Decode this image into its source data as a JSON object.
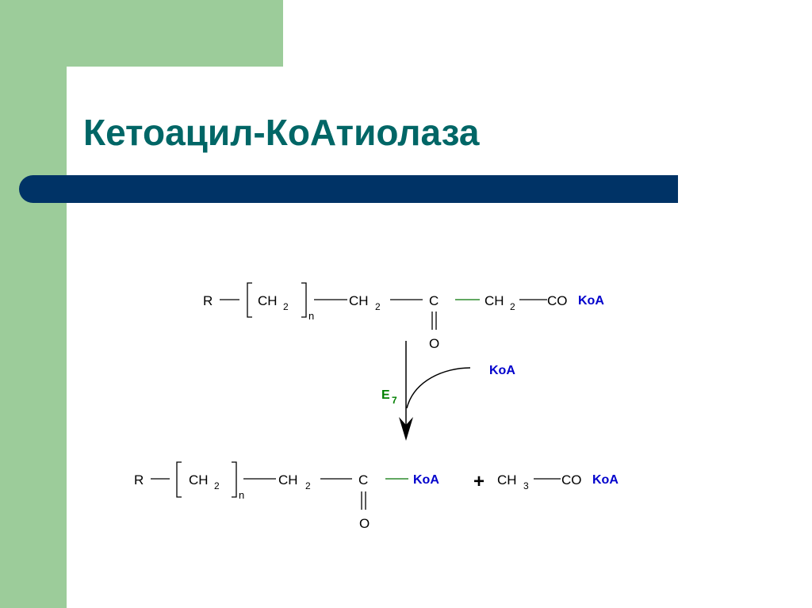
{
  "slide": {
    "title": "Кетоацил-КоАтиолаза",
    "colors": {
      "background_green": "#9ccc9a",
      "title_teal": "#006666",
      "bar_navy": "#003366",
      "koa_blue": "#0000cc",
      "enzyme_green": "#008000"
    }
  },
  "reaction": {
    "substrate": {
      "R": "R",
      "CH": "CH",
      "sub2": "2",
      "n": "n",
      "C": "C",
      "O": "O",
      "CO": "CO",
      "KoA": "KoA"
    },
    "enzyme": {
      "E": "E",
      "sub": "7"
    },
    "cofactor": "KoA",
    "product1": {
      "R": "R",
      "CH": "CH",
      "sub2": "2",
      "n": "n",
      "C": "C",
      "O": "O",
      "KoA": "KoA"
    },
    "plus": "+",
    "product2": {
      "CH": "CH",
      "sub3": "3",
      "CO": "CO",
      "KoA": "KoA"
    }
  }
}
